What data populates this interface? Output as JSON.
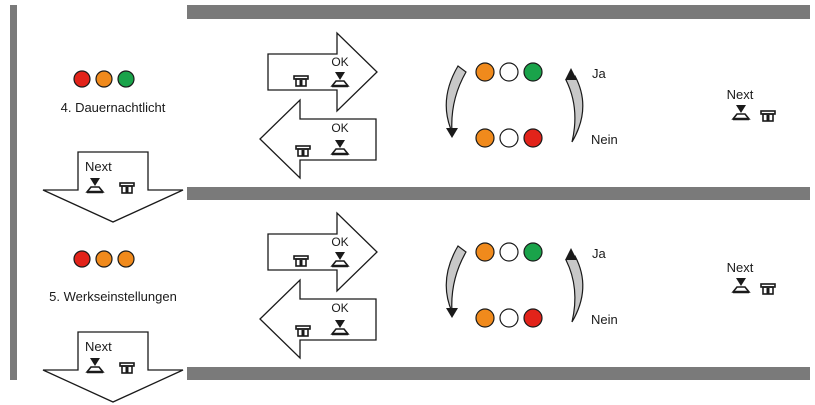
{
  "colors": {
    "orange": "#f08a1c",
    "red": "#e2231a",
    "green": "#1aa34a",
    "white": "#ffffff",
    "bar": "#7a7a7a",
    "swoosh": "#c8c8c8"
  },
  "icons": [
    "phone-icon",
    "ok-button-icon",
    "next-button-icon",
    "arrow-down-icon"
  ],
  "steps": [
    {
      "title": "4. Dauernachtlicht",
      "status_lights": [
        "red",
        "orange",
        "green"
      ],
      "ok_top": "OK",
      "ok_bottom": "OK",
      "option_top_lights": [
        "orange",
        "white",
        "green"
      ],
      "option_bottom_lights": [
        "orange",
        "white",
        "red"
      ],
      "yes": "Ja",
      "no": "Nein",
      "next_side": "Next",
      "next_arrow": "Next"
    },
    {
      "title": "5. Werkseinstellungen",
      "status_lights": [
        "red",
        "orange",
        "orange"
      ],
      "ok_top": "OK",
      "ok_bottom": "OK",
      "option_top_lights": [
        "orange",
        "white",
        "green"
      ],
      "option_bottom_lights": [
        "orange",
        "white",
        "red"
      ],
      "yes": "Ja",
      "no": "Nein",
      "next_side": "Next",
      "next_arrow": "Next"
    }
  ]
}
